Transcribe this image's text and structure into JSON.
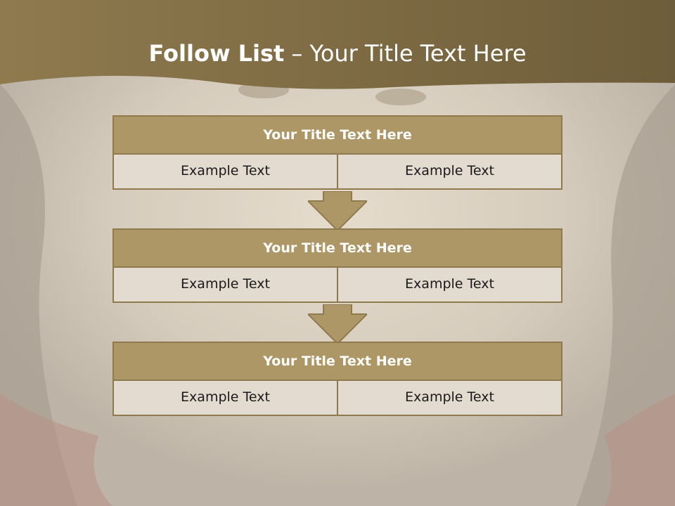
{
  "slide": {
    "title_bold": "Follow List",
    "title_rest": "– Your Title Text Here"
  },
  "steps": [
    {
      "title": "Your Title Text Here",
      "cells": [
        "Example Text",
        "Example Text"
      ]
    },
    {
      "title": "Your Title Text Here",
      "cells": [
        "Example Text",
        "Example Text"
      ]
    },
    {
      "title": "Your Title Text Here",
      "cells": [
        "Example Text",
        "Example Text"
      ]
    }
  ],
  "colors": {
    "header_band": "#8f7a4e",
    "block_title_fill": "#ae9766",
    "block_cell_fill": "#e3dbd0",
    "arrow_fill": "#ae9766",
    "border": "#8f7a4e"
  }
}
